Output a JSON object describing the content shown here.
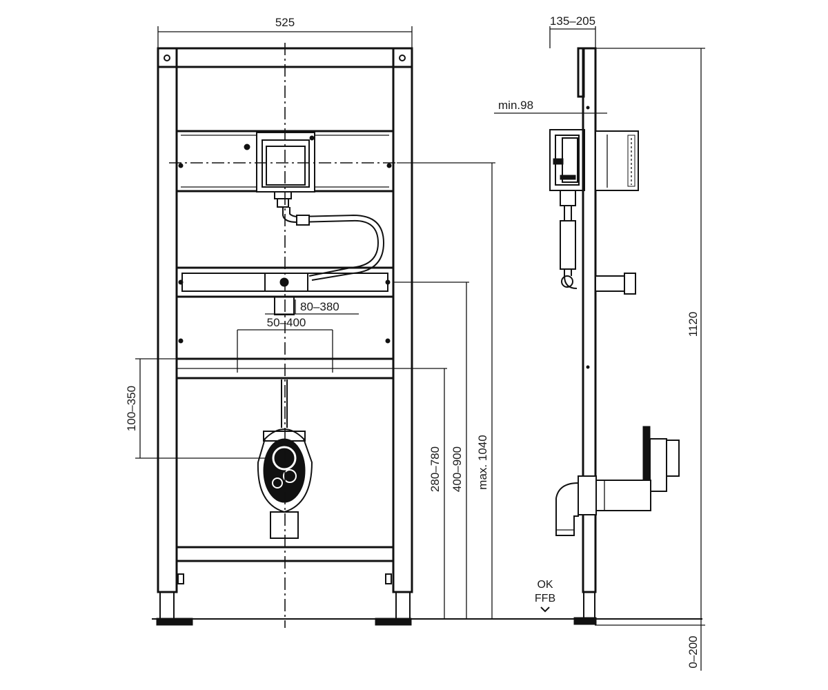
{
  "front_view": {
    "width_dim": "525",
    "dim_80_380": "80–380",
    "dim_50_400": "50–400",
    "dim_100_350": "100–350",
    "dim_280_780": "280–780",
    "dim_400_900": "400–900",
    "dim_max_1040": "max. 1040"
  },
  "side_view": {
    "depth_dim": "135–205",
    "min_dim": "min.98",
    "height_dim": "1120",
    "foot_dim": "0–200",
    "floor_label_line1": "OK",
    "floor_label_line2": "FFB"
  }
}
